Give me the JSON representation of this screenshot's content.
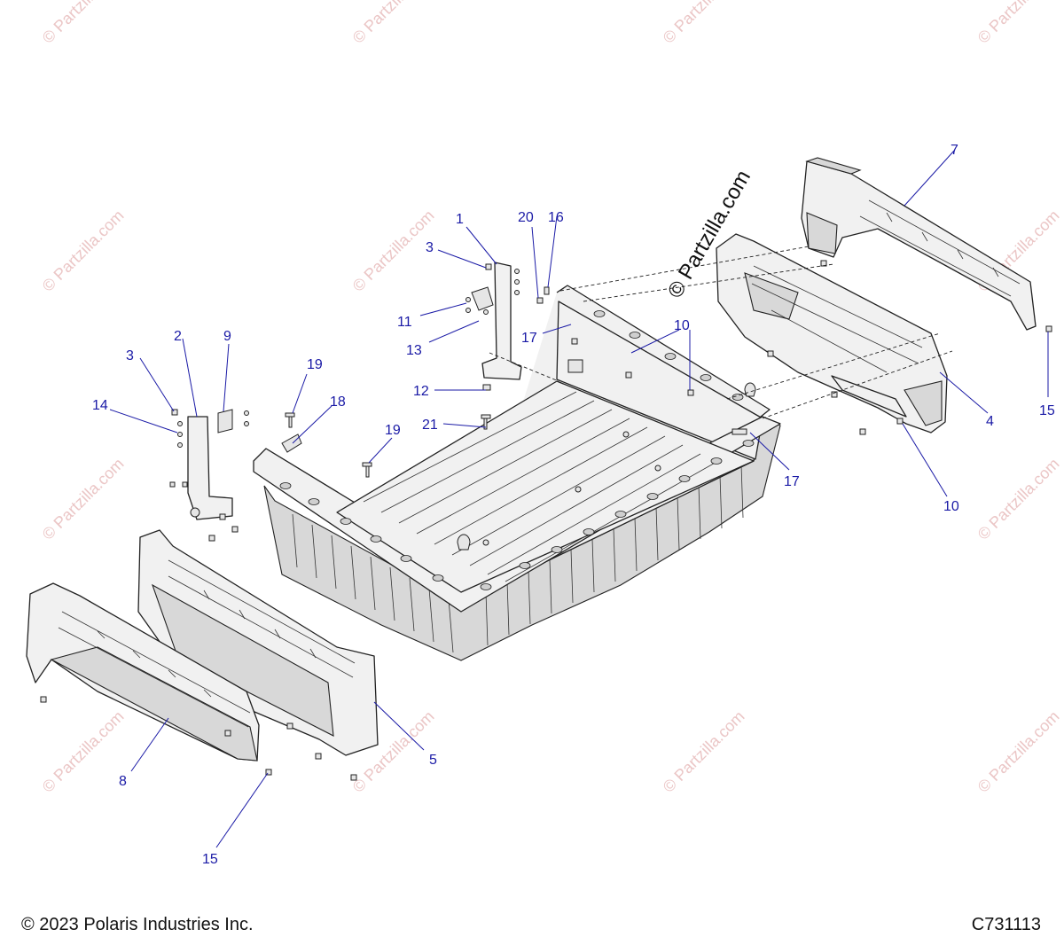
{
  "diagram": {
    "copyright": "© 2023 Polaris Industries Inc.",
    "diagram_code": "C731113",
    "watermark_main": "© Partzilla.com",
    "watermark_repeat": "© Partzilla.com"
  },
  "callouts": [
    {
      "id": "c1",
      "number": "1"
    },
    {
      "id": "c2",
      "number": "2"
    },
    {
      "id": "c3a",
      "number": "3"
    },
    {
      "id": "c3b",
      "number": "3"
    },
    {
      "id": "c4",
      "number": "4"
    },
    {
      "id": "c5",
      "number": "5"
    },
    {
      "id": "c7",
      "number": "7"
    },
    {
      "id": "c8",
      "number": "8"
    },
    {
      "id": "c9",
      "number": "9"
    },
    {
      "id": "c10a",
      "number": "10"
    },
    {
      "id": "c10b",
      "number": "10"
    },
    {
      "id": "c11",
      "number": "11"
    },
    {
      "id": "c12",
      "number": "12"
    },
    {
      "id": "c13",
      "number": "13"
    },
    {
      "id": "c14",
      "number": "14"
    },
    {
      "id": "c15a",
      "number": "15"
    },
    {
      "id": "c15b",
      "number": "15"
    },
    {
      "id": "c16",
      "number": "16"
    },
    {
      "id": "c17a",
      "number": "17"
    },
    {
      "id": "c17b",
      "number": "17"
    },
    {
      "id": "c18",
      "number": "18"
    },
    {
      "id": "c19a",
      "number": "19"
    },
    {
      "id": "c19b",
      "number": "19"
    },
    {
      "id": "c20",
      "number": "20"
    },
    {
      "id": "c21",
      "number": "21"
    }
  ],
  "colors": {
    "callout": "#1a1aa6",
    "line_art": "#222222",
    "watermark": "#ebc6c6"
  }
}
